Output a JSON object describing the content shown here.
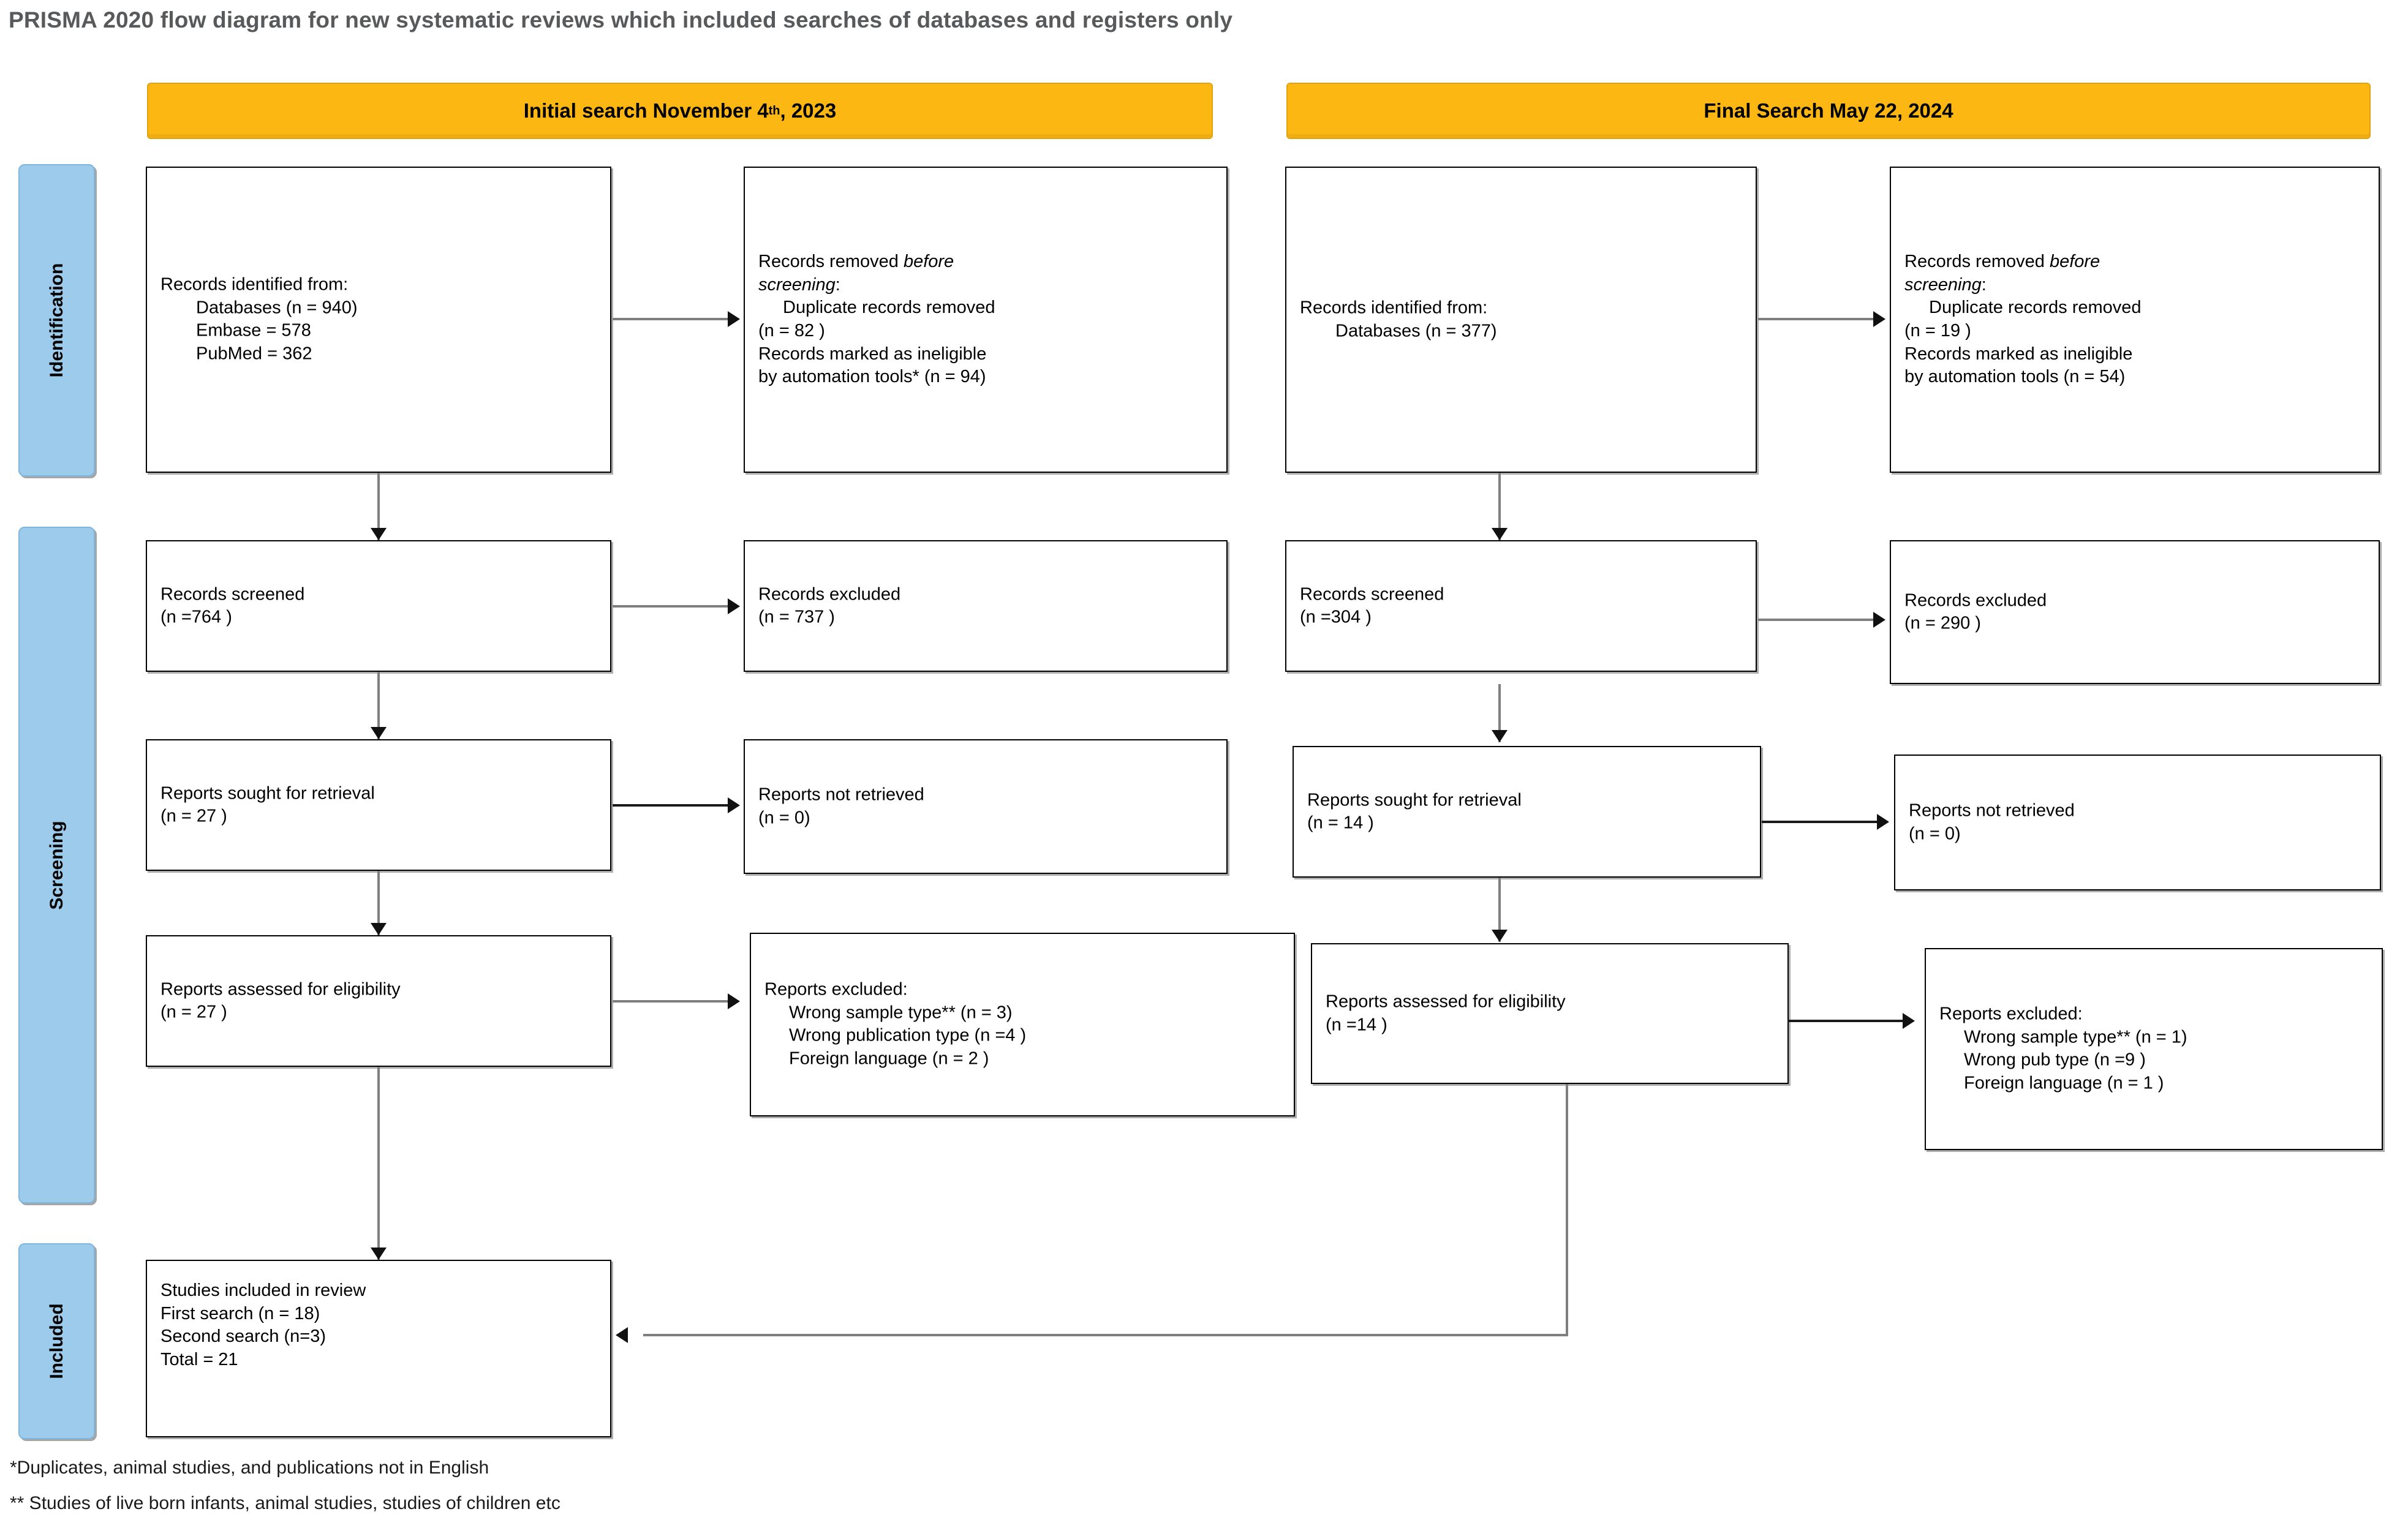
{
  "page": {
    "title": "PRISMA 2020 flow diagram for new systematic reviews which included searches of databases and registers only"
  },
  "colors": {
    "header_yellow": "#fcb713",
    "stage_blue": "#9dcbeb",
    "title_grey": "#58595b",
    "connector_grey": "#7f7f7f",
    "box_border": "#000000"
  },
  "headers": {
    "left": {
      "prefix": "Initial search November 4",
      "sup": "th",
      "suffix": ", 2023"
    },
    "right": {
      "label": "Final Search May 22, 2024"
    }
  },
  "stages": [
    {
      "id": "identification",
      "label": "Identification"
    },
    {
      "id": "screening",
      "label": "Screening"
    },
    {
      "id": "included",
      "label": "Included"
    }
  ],
  "left_column": {
    "identified": {
      "l1": "Records identified from:",
      "l2": "Databases (n = 940)",
      "l3": "Embase = 578",
      "l4": "PubMed = 362"
    },
    "removed": {
      "l1a": "Records removed ",
      "l1b": "before",
      "l2a": "screening",
      "l2b": ":",
      "l3": "Duplicate records removed",
      "l4": "(n = 82 )",
      "l5": "Records marked as ineligible",
      "l6": "by automation tools* (n = 94)"
    },
    "screened": {
      "l1": "Records screened",
      "l2": "(n =764 )"
    },
    "excluded": {
      "l1": "Records excluded",
      "l2": "(n = 737 )"
    },
    "sought": {
      "l1": "Reports sought for retrieval",
      "l2": "(n = 27 )"
    },
    "not_retrieved": {
      "l1": "Reports not retrieved",
      "l2": "(n = 0)"
    },
    "assessed": {
      "l1": "Reports assessed for eligibility",
      "l2": "(n = 27 )"
    },
    "reports_excluded": {
      "l1": "Reports excluded:",
      "l2": "Wrong sample type** (n = 3)",
      "l3": "Wrong publication type (n =4 )",
      "l4": "Foreign language (n = 2 )"
    }
  },
  "right_column": {
    "identified": {
      "l1": "Records identified from:",
      "l2": "Databases (n = 377)"
    },
    "removed": {
      "l1a": "Records removed ",
      "l1b": "before",
      "l2a": "screening",
      "l2b": ":",
      "l3": "Duplicate records removed",
      "l4": "(n = 19 )",
      "l5": "Records marked as ineligible",
      "l6": "by automation tools (n = 54)"
    },
    "screened": {
      "l1": "Records screened",
      "l2": "(n =304 )"
    },
    "excluded": {
      "l1": "Records excluded",
      "l2": "(n = 290 )"
    },
    "sought": {
      "l1": "Reports sought for retrieval",
      "l2": "(n = 14 )"
    },
    "not_retrieved": {
      "l1": "Reports not retrieved",
      "l2": "(n = 0)"
    },
    "assessed": {
      "l1": "Reports assessed for eligibility",
      "l2": "(n =14 )"
    },
    "reports_excluded": {
      "l1": "Reports excluded:",
      "l2": "Wrong sample type** (n = 1)",
      "l3": "Wrong pub type (n =9 )",
      "l4": "Foreign language (n = 1 )"
    }
  },
  "included_box": {
    "l1": "Studies included in review",
    "l2": "First search (n = 18)",
    "l3": "Second search (n=3)",
    "l4": "Total = 21"
  },
  "footnotes": [
    "*Duplicates, animal studies, and publications not in English",
    "** Studies of live born infants, animal studies, studies of children etc"
  ]
}
